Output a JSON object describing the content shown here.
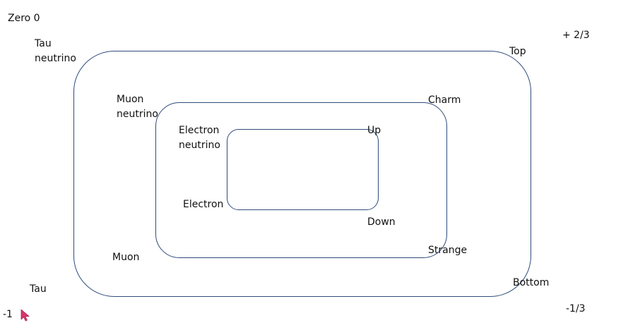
{
  "colors": {
    "outline": "#2f4b7c",
    "text": "#111111",
    "background": "#ffffff",
    "cursor": "#d9366b"
  },
  "corner_labels": {
    "zero": "Zero 0",
    "plus_two_thirds": "+ 2/3",
    "minus_one_third": "-1/3",
    "minus_one": "-1"
  },
  "leptons": {
    "tau_neutrino": [
      "Tau",
      "neutrino"
    ],
    "muon_neutrino": [
      "Muon",
      "neutrino"
    ],
    "electron_neutrino": [
      "Electron",
      "neutrino"
    ],
    "electron": "Electron",
    "muon": "Muon",
    "tau": "Tau"
  },
  "quarks": {
    "up": "Up",
    "down": "Down",
    "charm": "Charm",
    "strange": "Strange",
    "top": "Top",
    "bottom": "Bottom"
  },
  "cursor_icon": "mouse-pointer-icon"
}
